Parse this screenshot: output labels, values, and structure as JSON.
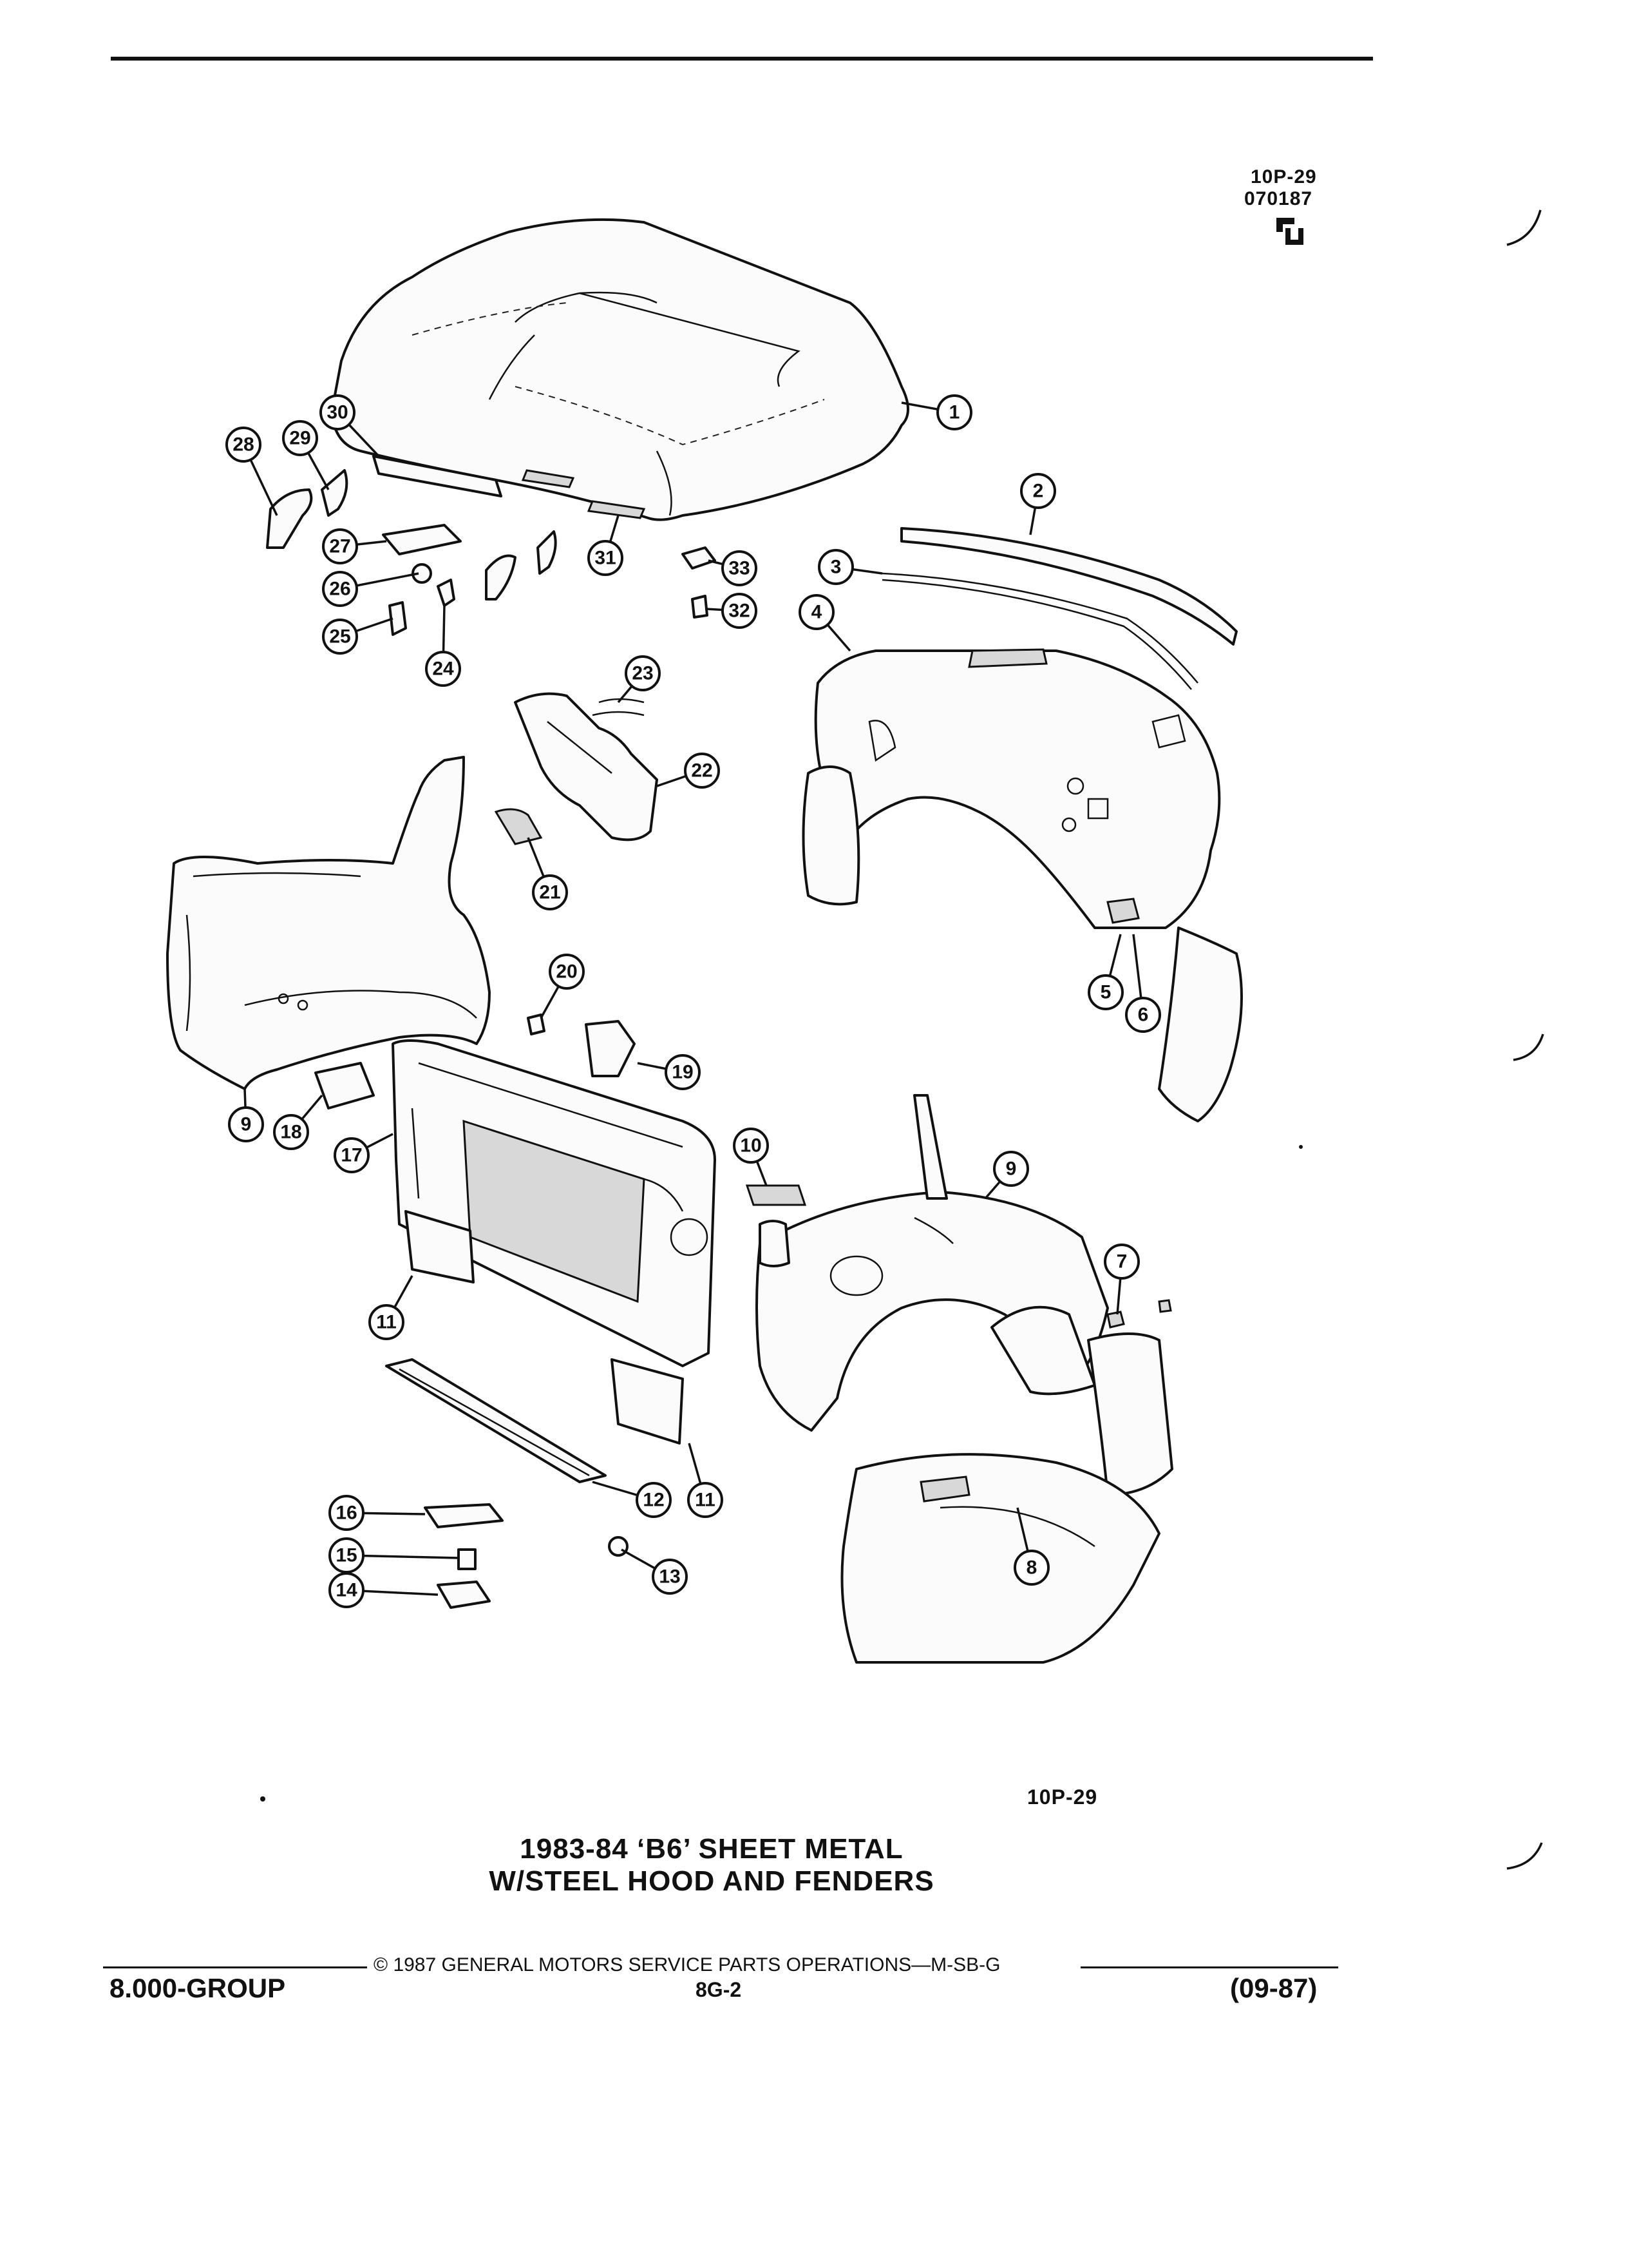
{
  "header": {
    "ref_code": "10P-29",
    "ref_date": "070187",
    "logo_text": "GM"
  },
  "diagram": {
    "callouts": [
      "1",
      "2",
      "3",
      "4",
      "5",
      "6",
      "7",
      "8",
      "9",
      "9",
      "10",
      "11",
      "11",
      "12",
      "13",
      "14",
      "15",
      "16",
      "17",
      "18",
      "19",
      "20",
      "21",
      "22",
      "23",
      "24",
      "25",
      "26",
      "27",
      "28",
      "29",
      "30",
      "31",
      "32",
      "33"
    ],
    "figure_code": "10P-29"
  },
  "caption": {
    "line1": "1983-84 ‘B6’ SHEET METAL",
    "line2": "W/STEEL HOOD AND FENDERS"
  },
  "footer": {
    "copyright": "© 1987 GENERAL MOTORS SERVICE PARTS OPERATIONS—M-SB-G",
    "group": "8.000-GROUP",
    "page": "8G-2",
    "date": "(09-87)"
  }
}
